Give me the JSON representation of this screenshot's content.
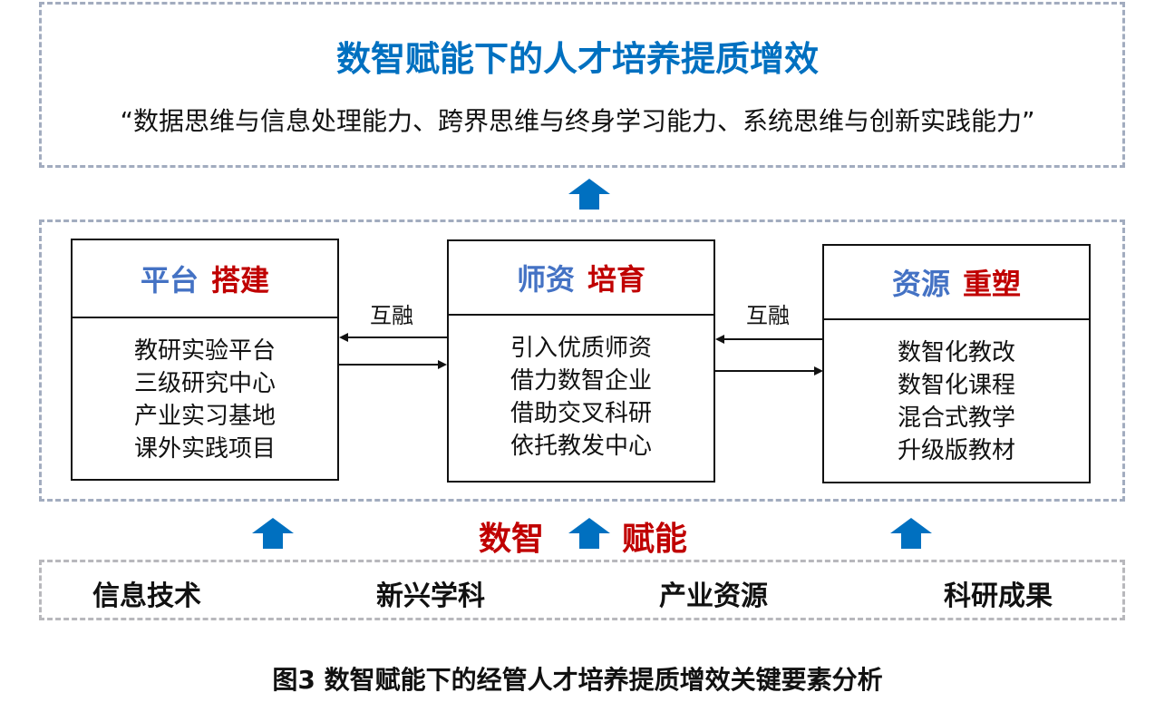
{
  "title": "数智赋能下的人才培养提质增效",
  "subtitle": "“数据思维与信息处理能力、跨界思维与终身学习能力、系统思维与创新实践能力”",
  "boxes": [
    {
      "a": "平台",
      "b": "搭建",
      "items": [
        "教研实验平台",
        "三级研究中心",
        "产业实习基地",
        "课外实践项目"
      ]
    },
    {
      "a": "师资",
      "b": "培育",
      "items": [
        "引入优质师资",
        "借力数智企业",
        "借助交叉科研",
        "依托教发中心"
      ]
    },
    {
      "a": "资源",
      "b": "重塑",
      "items": [
        "数智化教改",
        "数智化课程",
        "混合式教学",
        "升级版教材"
      ]
    }
  ],
  "link_label": "互融",
  "enable": {
    "a": "数智",
    "b": "赋能"
  },
  "sources": [
    "信息技术",
    "新兴学科",
    "产业资源",
    "科研成果"
  ],
  "caption": "图3 数智赋能下的经管人才培养提质增效关键要素分析",
  "colors": {
    "title": "#0070c0",
    "arrow": "#0070c0",
    "red": "#c00000",
    "blue": "#4472c4"
  }
}
